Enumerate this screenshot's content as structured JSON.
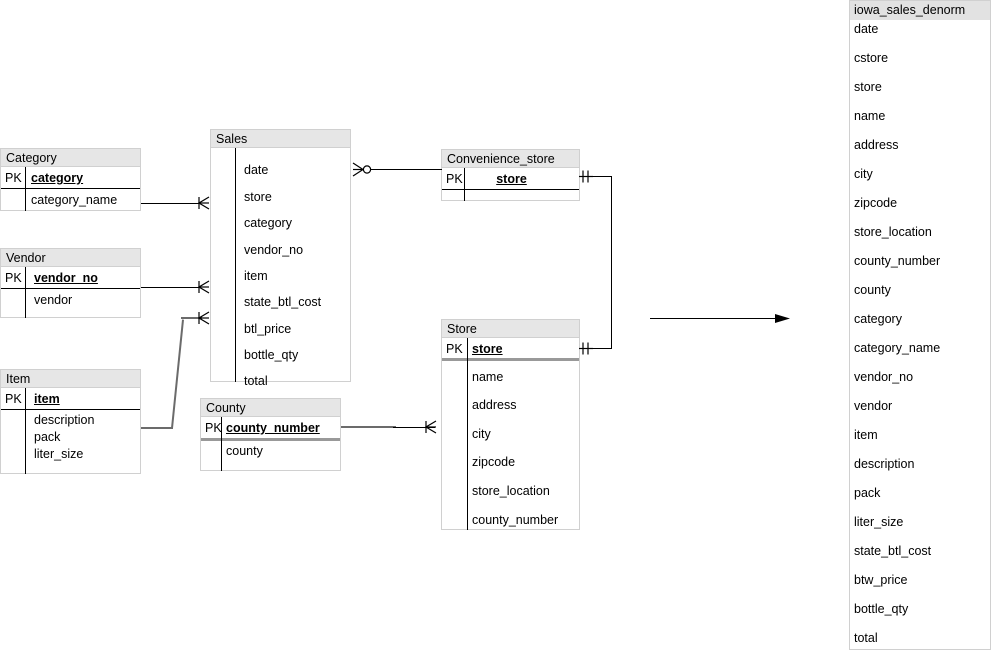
{
  "diagram": {
    "type": "entity-relationship-diagram",
    "notation": "crows-foot"
  },
  "entities": [
    {
      "id": "category",
      "name": "Category",
      "pk_label": "PK",
      "pk_field": "category",
      "attributes": [
        "category_name"
      ]
    },
    {
      "id": "vendor",
      "name": "Vendor",
      "pk_label": "PK",
      "pk_field": "vendor_no",
      "attributes": [
        "vendor"
      ]
    },
    {
      "id": "item",
      "name": "Item",
      "pk_label": "PK",
      "pk_field": "item",
      "attributes": [
        "description",
        "pack",
        "liter_size"
      ]
    },
    {
      "id": "sales",
      "name": "Sales",
      "pk_label": "",
      "pk_field": "",
      "attributes": [
        "date",
        "store",
        "category",
        "vendor_no",
        "item",
        "state_btl_cost",
        "btl_price",
        "bottle_qty",
        "total"
      ]
    },
    {
      "id": "county",
      "name": "County",
      "pk_label": "PK",
      "pk_field": "county_number",
      "attributes": [
        "county"
      ]
    },
    {
      "id": "convenience_store",
      "name": "Convenience_store",
      "pk_label": "PK",
      "pk_field": "store",
      "attributes": []
    },
    {
      "id": "store",
      "name": "Store",
      "pk_label": "PK",
      "pk_field": "store",
      "attributes": [
        "name",
        "address",
        "city",
        "zipcode",
        "store_location",
        "county_number"
      ]
    }
  ],
  "relationships": [
    {
      "id": "category-sales",
      "from": "Category",
      "to": "Sales",
      "to_marker": "many"
    },
    {
      "id": "vendor-sales",
      "from": "Vendor",
      "to": "Sales",
      "to_marker": "many"
    },
    {
      "id": "item-sales",
      "from": "Item",
      "to": "Sales",
      "to_marker": "many"
    },
    {
      "id": "sales-convenience_store",
      "from": "Sales",
      "to": "Convenience_store",
      "from_marker": "zero-or-many"
    },
    {
      "id": "county-store",
      "from": "County",
      "to": "Store",
      "to_marker": "many"
    },
    {
      "id": "convenience_store-store",
      "from": "Convenience_store",
      "to": "Store",
      "from_marker": "one",
      "to_marker": "one"
    }
  ],
  "flow_arrow": {
    "name": "denormalization-arrow",
    "direction": "right"
  },
  "panel": {
    "title": "iowa_sales_denorm",
    "columns": [
      "date",
      "cstore",
      "store",
      "name",
      "address",
      "city",
      "zipcode",
      "store_location",
      "county_number",
      "county",
      "category",
      "category_name",
      "vendor_no",
      "vendor",
      "item",
      "description",
      "pack",
      "liter_size",
      "state_btl_cost",
      "btw_price",
      "bottle_qty",
      "total"
    ]
  },
  "colors": {
    "header_fill": "#e6e6e6",
    "panel_header_fill": "#e2e2e2",
    "box_border": "#d0d0d0",
    "line": "#000000",
    "line_gray": "#6b6b6b",
    "separator_gray": "#999999"
  }
}
